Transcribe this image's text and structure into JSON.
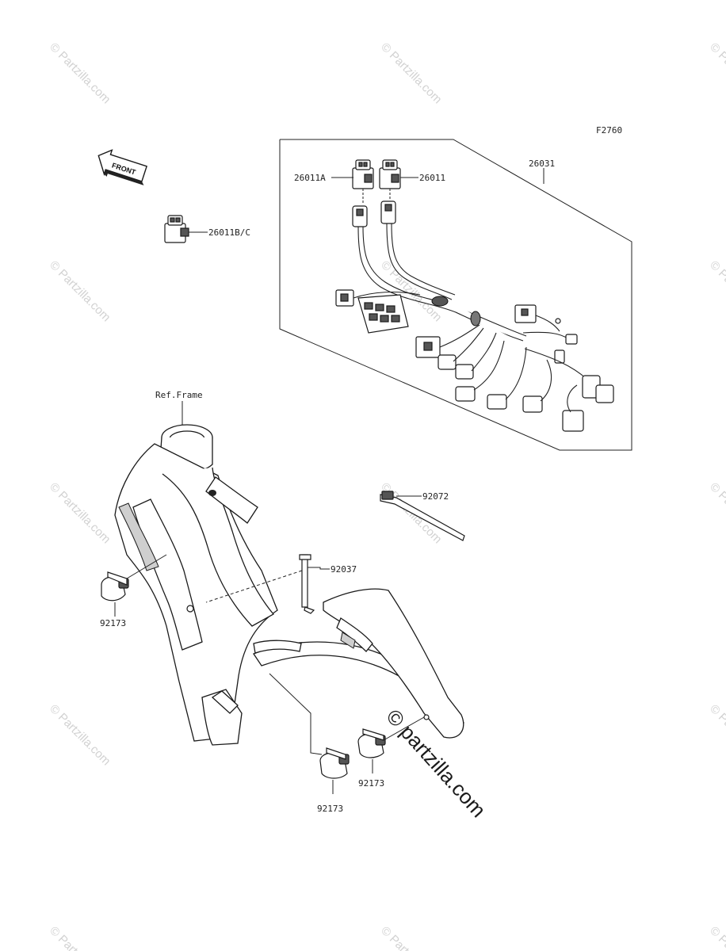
{
  "figure_code": "F2760",
  "front_label": "FRONT",
  "ref_frame_label": "Ref.Frame",
  "callouts": {
    "harness": "26031",
    "connector_a": "26011A",
    "connector": "26011",
    "connector_bc": "26011B/C",
    "band": "92072",
    "bracket": "92037",
    "clamp_left": "92173",
    "clamp_bottom": "92173",
    "clamp_right": "92173"
  },
  "watermark_text": "© Partzilla.com",
  "center_watermark_text": "© partzilla.com"
}
